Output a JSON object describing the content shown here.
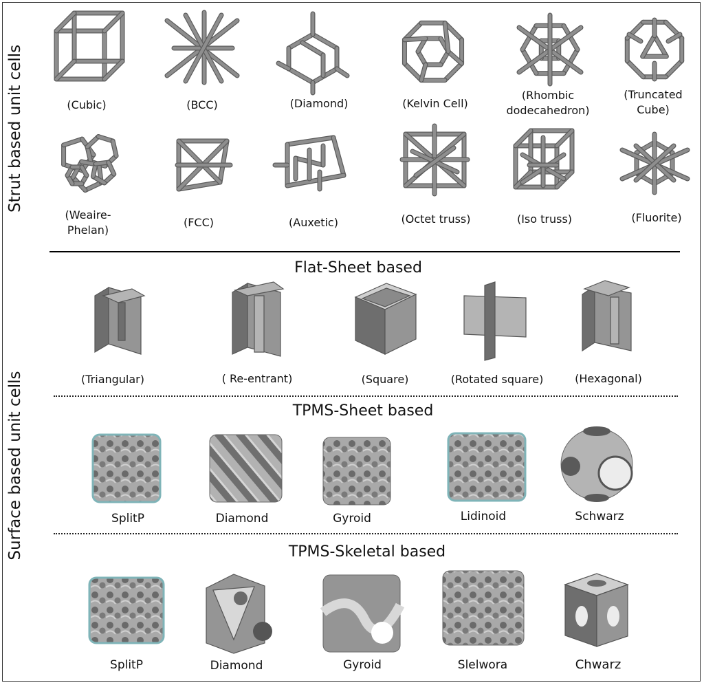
{
  "labels": {
    "strut_group": "Strut based unit cells",
    "surface_group": "Surface based unit cells"
  },
  "sections": {
    "flat": "Flat-Sheet based",
    "tpms_sheet": "TPMS-Sheet based",
    "tpms_skeletal": "TPMS-Skeletal based"
  },
  "strut_row1": [
    {
      "line1": "(Cubic)",
      "line2": ""
    },
    {
      "line1": "(BCC)",
      "line2": ""
    },
    {
      "line1": "(Diamond)",
      "line2": ""
    },
    {
      "line1": "(Kelvin Cell)",
      "line2": ""
    },
    {
      "line1": "(Rhombic",
      "line2": "dodecahedron)"
    },
    {
      "line1": "(Truncated",
      "line2": "Cube)"
    }
  ],
  "strut_row2": [
    {
      "line1": "(Weaire-",
      "line2": "Phelan)"
    },
    {
      "line1": "(FCC)",
      "line2": ""
    },
    {
      "line1": "(Auxetic)",
      "line2": ""
    },
    {
      "line1": "(Octet truss)",
      "line2": ""
    },
    {
      "line1": "(Iso truss)",
      "line2": ""
    },
    {
      "line1": "(Fluorite)",
      "line2": ""
    }
  ],
  "flat_items": [
    "(Triangular)",
    "( Re-entrant)",
    "(Square)",
    "(Rotated square)",
    "(Hexagonal)"
  ],
  "tpms_sheet_items": [
    "SplitP",
    "Diamond",
    "Gyroid",
    "Lidinoid",
    "Schwarz"
  ],
  "tpms_skeletal_items": [
    "SplitP",
    "Diamond",
    "Gyroid",
    "Slelwora",
    "Chwarz"
  ],
  "colors": {
    "strut": "#8e8e8e",
    "strut_dark": "#5c5c5c",
    "sheet_light": "#b4b4b4",
    "sheet_mid": "#959595",
    "sheet_dark": "#6e6e6e",
    "tint": "#7fb4b8"
  }
}
